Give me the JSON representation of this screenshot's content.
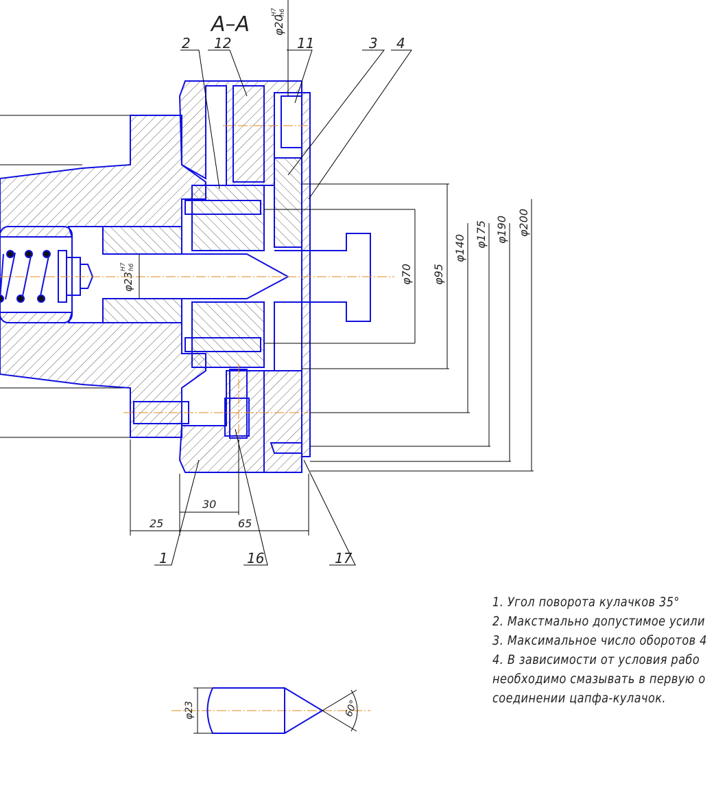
{
  "section_title": "A–A",
  "fits": {
    "top": {
      "dia": "φ20",
      "upper": "H7",
      "lower": "h6"
    },
    "pin": {
      "dia": "φ23",
      "upper": "H7",
      "lower": "h6"
    }
  },
  "callouts": [
    "2",
    "12",
    "11",
    "3",
    "4",
    "1",
    "16",
    "17"
  ],
  "diameters": [
    "φ70",
    "φ95",
    "φ140",
    "φ175",
    "φ190",
    "φ200"
  ],
  "linear_dims": {
    "d25": "25",
    "d30": "30",
    "d65": "65"
  },
  "detail": {
    "dia": "φ23",
    "angle": "60°"
  },
  "notes": [
    "1. Угол поворота кулачков 35°",
    "2. Макстмально допустимое усили",
    "3. Максимальное число оборотов 4",
    "4. В зависимости от условия рабо",
    "необходимо смазывать в первую о",
    "соединении цапфа-кулачок."
  ],
  "colors": {
    "outline": "#1010e0",
    "centerline": "#e08a1a",
    "dimension": "#000000"
  }
}
